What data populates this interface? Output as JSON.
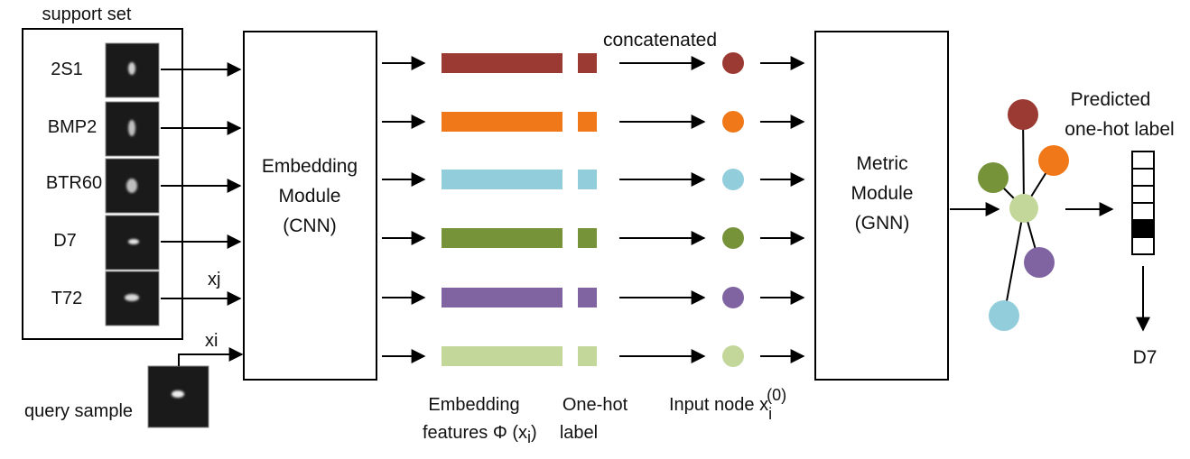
{
  "support_set": {
    "title": "support set",
    "classes": [
      "2S1",
      "BMP2",
      "BTR60",
      "D7",
      "T72"
    ],
    "xj_label": "xj"
  },
  "query": {
    "label": "query sample",
    "xi_label": "xi"
  },
  "embedding_module": {
    "line1": "Embedding",
    "line2": "Module",
    "line3": "(CNN)"
  },
  "metric_module": {
    "line1": "Metric",
    "line2": "Module",
    "line3": "(GNN)"
  },
  "concatenated_label": "concatenated",
  "rows": [
    {
      "color": "#9b3a33"
    },
    {
      "color": "#f07818"
    },
    {
      "color": "#92cddb"
    },
    {
      "color": "#769339"
    },
    {
      "color": "#8064a2"
    },
    {
      "color": "#c4d79b"
    }
  ],
  "bottom_labels": {
    "embedding_line1": "Embedding",
    "embedding_line2": "features Φ (x",
    "embedding_sub": "i",
    "embedding_close": ")",
    "onehot_line1": "One-hot",
    "onehot_line2": "label",
    "input_node": "Input node x",
    "input_node_sub": "i",
    "input_node_sup": "(0)"
  },
  "graph_nodes": [
    {
      "name": "center",
      "color": "#c4d79b"
    },
    {
      "name": "top",
      "color": "#9b3a33"
    },
    {
      "name": "upper-right",
      "color": "#f07818"
    },
    {
      "name": "left",
      "color": "#769339"
    },
    {
      "name": "lower-right",
      "color": "#8064a2"
    },
    {
      "name": "bottom",
      "color": "#92cddb"
    }
  ],
  "prediction": {
    "title_line1": "Predicted",
    "title_line2": "one-hot label",
    "cells": [
      0,
      0,
      0,
      0,
      1,
      0
    ],
    "result": "D7"
  }
}
